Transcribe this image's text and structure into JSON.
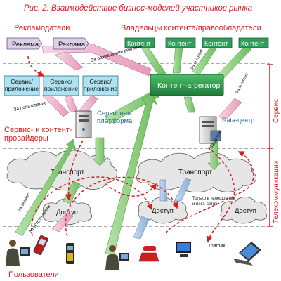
{
  "figure": {
    "title": "Рис. 2. Взаимодействие бизнес-моделей участников рынка"
  },
  "groups": {
    "advertisers": "Рекламодатели",
    "owners": "Владельцы контента/правообладатели",
    "providers": "Сервис- и контент-провайдеры",
    "users": "Пользователи"
  },
  "layers": {
    "service": "Сервис",
    "telecom": "Телекоммуникации"
  },
  "nodes": {
    "ad": "Реклама",
    "content": "Контент",
    "service_app": "Сервис/ приложение",
    "aggregator": "Контент-агрегатор",
    "platform": "Сервисная платформа",
    "datacenter": "Data-центр",
    "transport": "Транспорт",
    "access": "Доступ"
  },
  "arrows": {
    "for_ad_placement": "За размещение рекламы",
    "for_content": "За контент",
    "for_use": "За пользование",
    "for_services": "За услуги",
    "for_service": "За сервис",
    "for_communication": "За услуги связи",
    "phone_and_net_only": "Только в телефонных и пост. сетях",
    "traffic": "Трафик"
  },
  "colors": {
    "ad_fill": "#dcd0e8",
    "content_fill": "#2e9e5a",
    "service_fill": "#aee2f0",
    "aggregator_fill": "#2f9a4f",
    "cloud_fill": "#e6e6e6",
    "accent_red": "#d42020",
    "pink_arrow": "#f0b8cc",
    "green_arrow": "#7cc67a",
    "blue_arrow": "#9ab8dc"
  }
}
